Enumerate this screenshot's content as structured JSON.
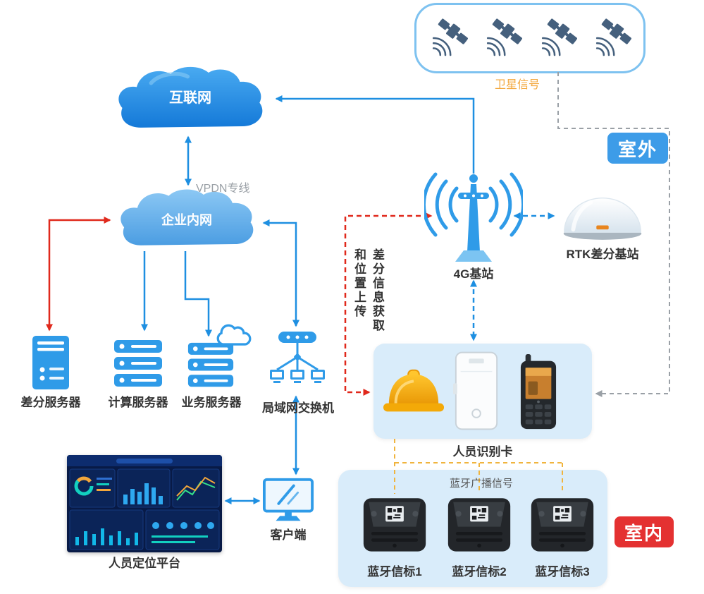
{
  "badges": {
    "outdoor": "室外",
    "indoor": "室内"
  },
  "clouds": {
    "internet": "互联网",
    "intranet": "企业内网"
  },
  "links": {
    "vpdn": "VPDN专线",
    "satellite_signal": "卫星信号",
    "bluetooth_broadcast": "蓝牙广播信号"
  },
  "note": {
    "line1": "差分信息获取",
    "line2": "和位置上传"
  },
  "nodes": {
    "base_station_4g": "4G基站",
    "rtk_station": "RTK差分基站",
    "person_card": "人员识别卡",
    "positioning_platform": "人员定位平台",
    "client": "客户端"
  },
  "servers": [
    "差分服务器",
    "计算服务器",
    "业务服务器",
    "局域网交换机"
  ],
  "beacons": [
    "蓝牙信标1",
    "蓝牙信标2",
    "蓝牙信标3"
  ],
  "colors": {
    "arrow_blue": "#1e8fe1",
    "arrow_red": "#e0291c",
    "arrow_gray": "#9aa0a6",
    "arrow_orange": "#f0b43e",
    "badge_outdoor_bg": "#3d9ce8",
    "badge_indoor_bg": "#e43131",
    "panel_bg": "#d9ecfa",
    "icon_blue": "#2f9be8"
  }
}
